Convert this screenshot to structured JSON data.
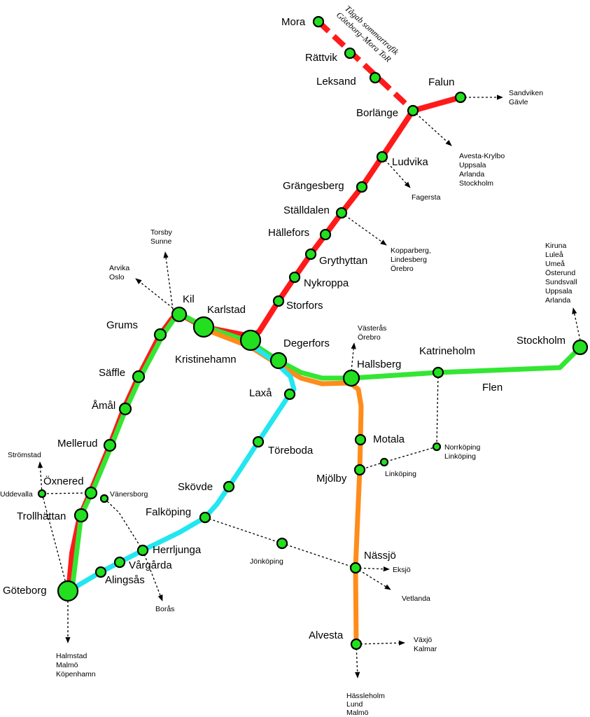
{
  "colors": {
    "red_line": "#ff1a1a",
    "green_line": "#33e633",
    "cyan_line": "#22e6f0",
    "orange_line": "#ff8c1a",
    "station_fill": "#22e01f",
    "station_stroke": "#000000"
  },
  "annotation": {
    "line1": "Tågab sommartrafik",
    "line2": "Göteborg–Mora ToR"
  },
  "stations": {
    "mora": "Mora",
    "rattvik": "Rättvik",
    "leksand": "Leksand",
    "falun": "Falun",
    "borlange": "Borlänge",
    "ludvika": "Ludvika",
    "grangesberg": "Grängesberg",
    "stalldalen": "Ställdalen",
    "hallefors": "Hällefors",
    "grythyttan": "Grythyttan",
    "nykroppa": "Nykroppa",
    "storfors": "Storfors",
    "kil": "Kil",
    "karlstad": "Karlstad",
    "grums": "Grums",
    "kristinehamn": "Kristinehamn",
    "degerfors": "Degerfors",
    "hallsberg": "Hallsberg",
    "katrineholm": "Katrineholm",
    "stockholm": "Stockholm",
    "flen": "Flen",
    "saffle": "Säffle",
    "amal": "Åmål",
    "laxa": "Laxå",
    "mellerud": "Mellerud",
    "toreboda": "Töreboda",
    "motala": "Motala",
    "oxnered": "Öxnered",
    "vanersborg": "Vänersborg",
    "uddevalla": "Uddevalla",
    "trollhattan": "Trollhättan",
    "skovde": "Skövde",
    "mjolby": "Mjölby",
    "linkoping": "Linköping",
    "falkoping": "Falköping",
    "herrljunga": "Herrljunga",
    "vargarda": "Vårgårda",
    "alingsas": "Alingsås",
    "goteborg": "Göteborg",
    "nassjo": "Nässjö",
    "jonkoping": "Jönköping",
    "alvesta": "Alvesta"
  },
  "connections": {
    "sandviken_gavle": [
      "Sandviken",
      "Gävle"
    ],
    "avesta": [
      "Avesta-Krylbo",
      "Uppsala",
      "Arlanda",
      "Stockholm"
    ],
    "fagersta": [
      "Fagersta"
    ],
    "kopparberg": [
      "Kopparberg,",
      "Lindesberg",
      "Örebro"
    ],
    "torsby": [
      "Torsby",
      "Sunne"
    ],
    "arvika": [
      "Arvika",
      "Oslo"
    ],
    "kiruna": [
      "Kiruna",
      "Luleå",
      "Umeå",
      "Österund",
      "Sundsvall",
      "Uppsala",
      "Arlanda"
    ],
    "vasteras": [
      "Västerås",
      "Örebro"
    ],
    "norrkoping": [
      "Norrköping",
      "Linköping"
    ],
    "stromstad": [
      "Strömstad"
    ],
    "boras": [
      "Borås"
    ],
    "eksjo": [
      "Eksjö"
    ],
    "vetlanda": [
      "Vetlanda"
    ],
    "vaxjo": [
      "Växjö",
      "Kalmar"
    ],
    "halmstad": [
      "Halmstad",
      "Malmö",
      "Köpenhamn"
    ],
    "hassleholm": [
      "Hässleholm",
      "Lund",
      "Malmö"
    ]
  }
}
